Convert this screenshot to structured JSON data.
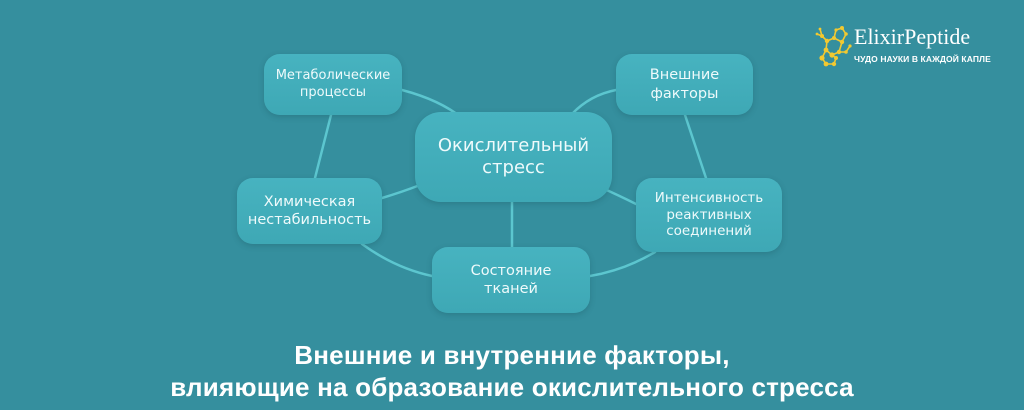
{
  "diagram": {
    "center": {
      "label": "Окислительный\nстресс"
    },
    "nodes": [
      {
        "id": "metabolic",
        "label": "Метаболические\nпроцессы"
      },
      {
        "id": "external",
        "label": "Внешние\nфакторы"
      },
      {
        "id": "chemical",
        "label": "Химическая\nнестабильность"
      },
      {
        "id": "reactive",
        "label": "Интенсивность\nреактивных\nсоединений"
      },
      {
        "id": "tissue",
        "label": "Состояние\nтканей"
      }
    ]
  },
  "caption": {
    "line1": "Внешние и внутренние факторы,",
    "line2": "влияющие на образование окислительного стресса"
  },
  "brand": {
    "name": "ElixirPeptide",
    "tagline": "ЧУДО НАУКИ В КАЖДОЙ КАПЛЕ",
    "logo_icon": "molecule-icon",
    "accent_color": "#f2c930"
  },
  "colors": {
    "background": "#358f9e",
    "node_fill": "#44afbc",
    "connector": "#5cc6cf",
    "text": "#eefafb"
  }
}
